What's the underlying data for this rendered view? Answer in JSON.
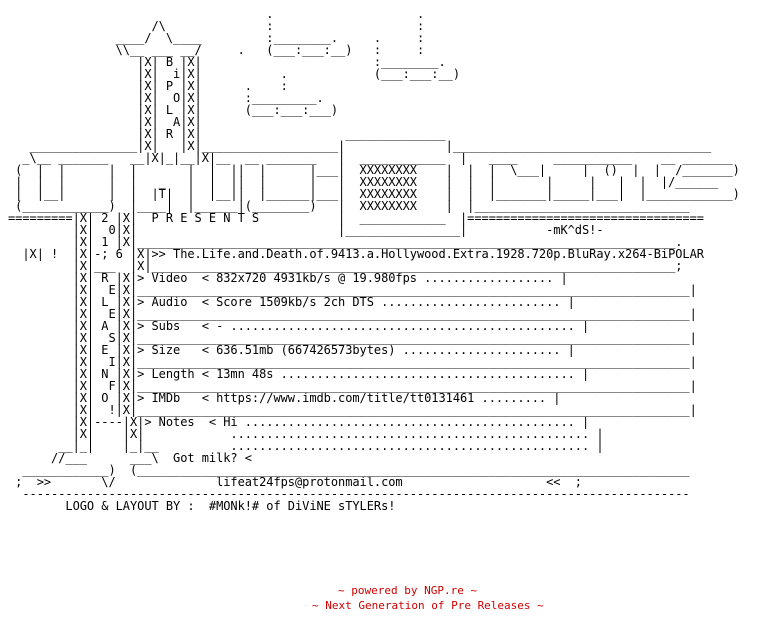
{
  "nfo": {
    "lines": [
      "                                    .                    .",
      "                    /\\              :                    :",
      "               ____/  \\____         :________.     .     :",
      "               \\\\__ ___ __/     .   (___:___:__)   :     :",
      "                  |X| B |X|                        :________.",
      "                  |X|  i|X|           .            (___:___:__)",
      "                  |X| P |X|      .    :",
      "                  |X|  O|X|      :_________.",
      "                  |X| L |X|      (___:___:___)",
      "                  |X|  A|X|",
      "                  |X| R |X|                    ______________",
      "   _______________|X|   |X|___________________|              |____________________________________",
      "  _\\__ _______   __|X|_|__|X|__  __ _______   |  ____________  |   ____     ___________    __ _______",
      " (  |  |      |  |       |  |  ||  |      |___|  XXXXXXXX    |  |  |  \\___|     |  ()  |  |  /_______)",
      " |  |  |      |  |   _   |  |  ||  |      |   |  XXXXXXXX    |  |  |       |     |   |  |  |/______",
      " |  |__|      |  |  |T|  |  |__||  |______|___|  XXXXXXXX    |  |  |_______|_____|___|  |____________)",
      " (____________)  |____|  |______|(________)   |  XXXXXXXX    |  |______________________________",
      "=========|X| 2 |X|  P R E S E N T S           |  ____________  |=================================",
      "         |X|  0|X|                            |________________|           -mK^dS!-",
      "         |X| 1 |X|___________________________________________________________________________.",
      "  |X| !  |X|-; 6 |X|>> The.Life.and.Death.of.9413.a.Hollywood.Extra.1928.720p.BluRay.x264-BiPOLAR",
      "         |X|___  |X|_________________________________________________________________________;",
      "         |X| R |X|> Video  < 832x720 4931kb/s @ 19.980fps .................. |",
      "         |X|  E|X|_____________________________________________________________________________|",
      "         |X| L |X|> Audio  < Score 1509kb/s 2ch DTS ......................... |",
      "         |X|  E|X|_____________________________________________________________________________|",
      "         |X| A |X|> Subs   < - ................................................ |",
      "         |X|  S|X|_____________________________________________________________________________|",
      "         |X| E |X|> Size   < 636.51mb (667426573bytes) ...................... |",
      "         |X|  I|X|_____________________________________________________________________________|",
      "         |X| N |X|> Length < 13mn 48s ......................................... |",
      "         |X|  F|X|_____________________________________________________________________________|",
      "         |X| O |X|> IMDb   < https://www.imdb.com/title/tt0131461 ......... |",
      "         |X|  !|X|_____________________________________________________________________________|",
      "         |X|----|X|> Notes  < Hi .............................................. |",
      "         |X|    |X|            .................................................. |",
      "       __|_|    |_|__          .................................................. |",
      "      //___      ___\\  Got milk? <",
      "  ____________)  (_____________________________________________________________________________",
      " ;  >>       \\/              lifeat24fps@protonmail.com                    <<  ;",
      "  ---------------------------------------------------------------------------------------------",
      "        LOGO & LAYOUT BY :  #MONk!# of DiViNE sTYLERs!"
    ]
  },
  "footer": {
    "line1": "~ powered by NGP.re ~",
    "line2": "~ Next Generation of Pre Releases ~"
  }
}
